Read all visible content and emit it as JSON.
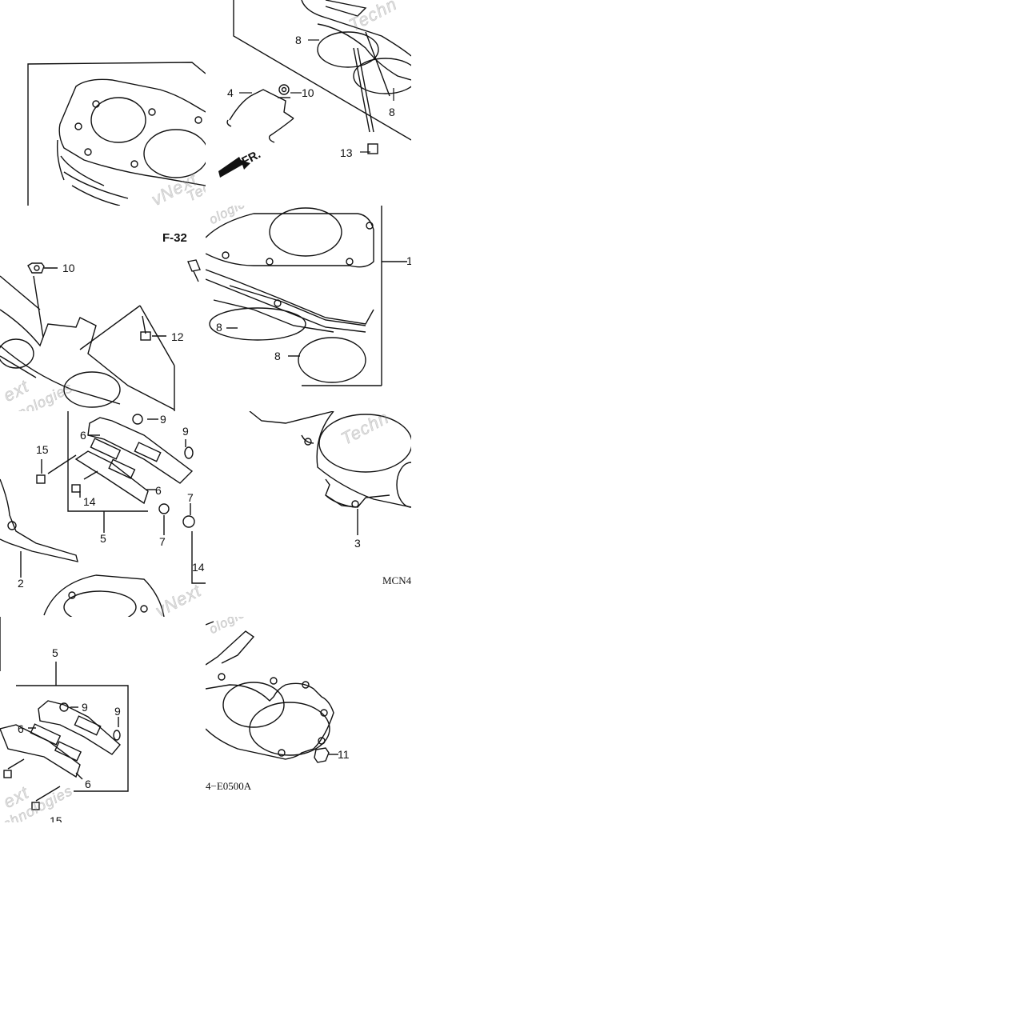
{
  "diagram": {
    "section_ref": "F-32",
    "front_label": "FR.",
    "code_left": "MCN4",
    "code_right": "4−E0500A",
    "watermark": {
      "brand": "vNext",
      "partial_tec": "Tec",
      "partial_technologies": "Technologies",
      "partial_chnologies": "chnologies",
      "partial_ologies": "ologies",
      "partial_ext": "ext",
      "partial_techn": "Techn"
    },
    "callouts": {
      "c1": "1",
      "c2": "2",
      "c3": "3",
      "c4": "4",
      "c5a": "5",
      "c5b": "5",
      "c6a": "6",
      "c6b": "6",
      "c6c": "6",
      "c6d": "6",
      "c7a": "7",
      "c7b": "7",
      "c8a": "8",
      "c8b": "8",
      "c8c": "8",
      "c8d": "8",
      "c9a": "9",
      "c9b": "9",
      "c9c": "9",
      "c9d": "9",
      "c10a": "10",
      "c10b": "10",
      "c11": "11",
      "c12": "12",
      "c13": "13",
      "c14a": "14",
      "c14b": "14",
      "c15": "15",
      "c15b": "15"
    }
  }
}
